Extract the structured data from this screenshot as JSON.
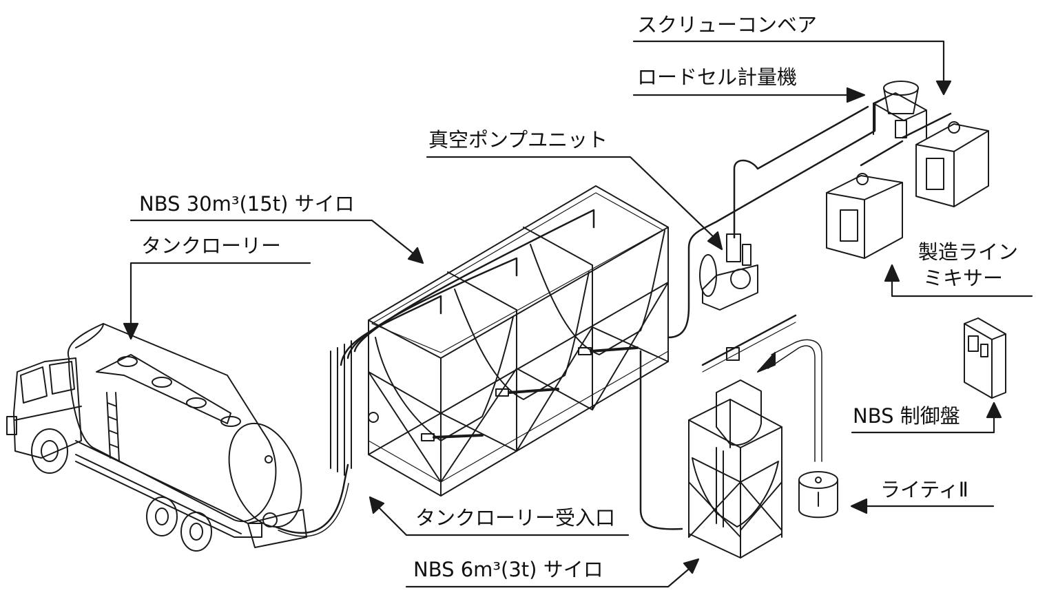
{
  "labels": {
    "screw_conveyor": "スクリューコンベア",
    "load_cell_scale": "ロードセル計量機",
    "vacuum_pump_unit": "真空ポンプユニット",
    "silo_30": "NBS 30m³(15t) サイロ",
    "tank_lorry": "タンクローリー",
    "production_line_1": "製造ライン",
    "production_line_2": "ミキサー",
    "control_panel": "NBS 制御盤",
    "laity": "ライティⅡ",
    "tank_lorry_inlet": "タンクローリー受入口",
    "silo_6": "NBS 6m³(3t) サイロ"
  },
  "colors": {
    "line": "#1a1a1a",
    "background": "#ffffff"
  }
}
